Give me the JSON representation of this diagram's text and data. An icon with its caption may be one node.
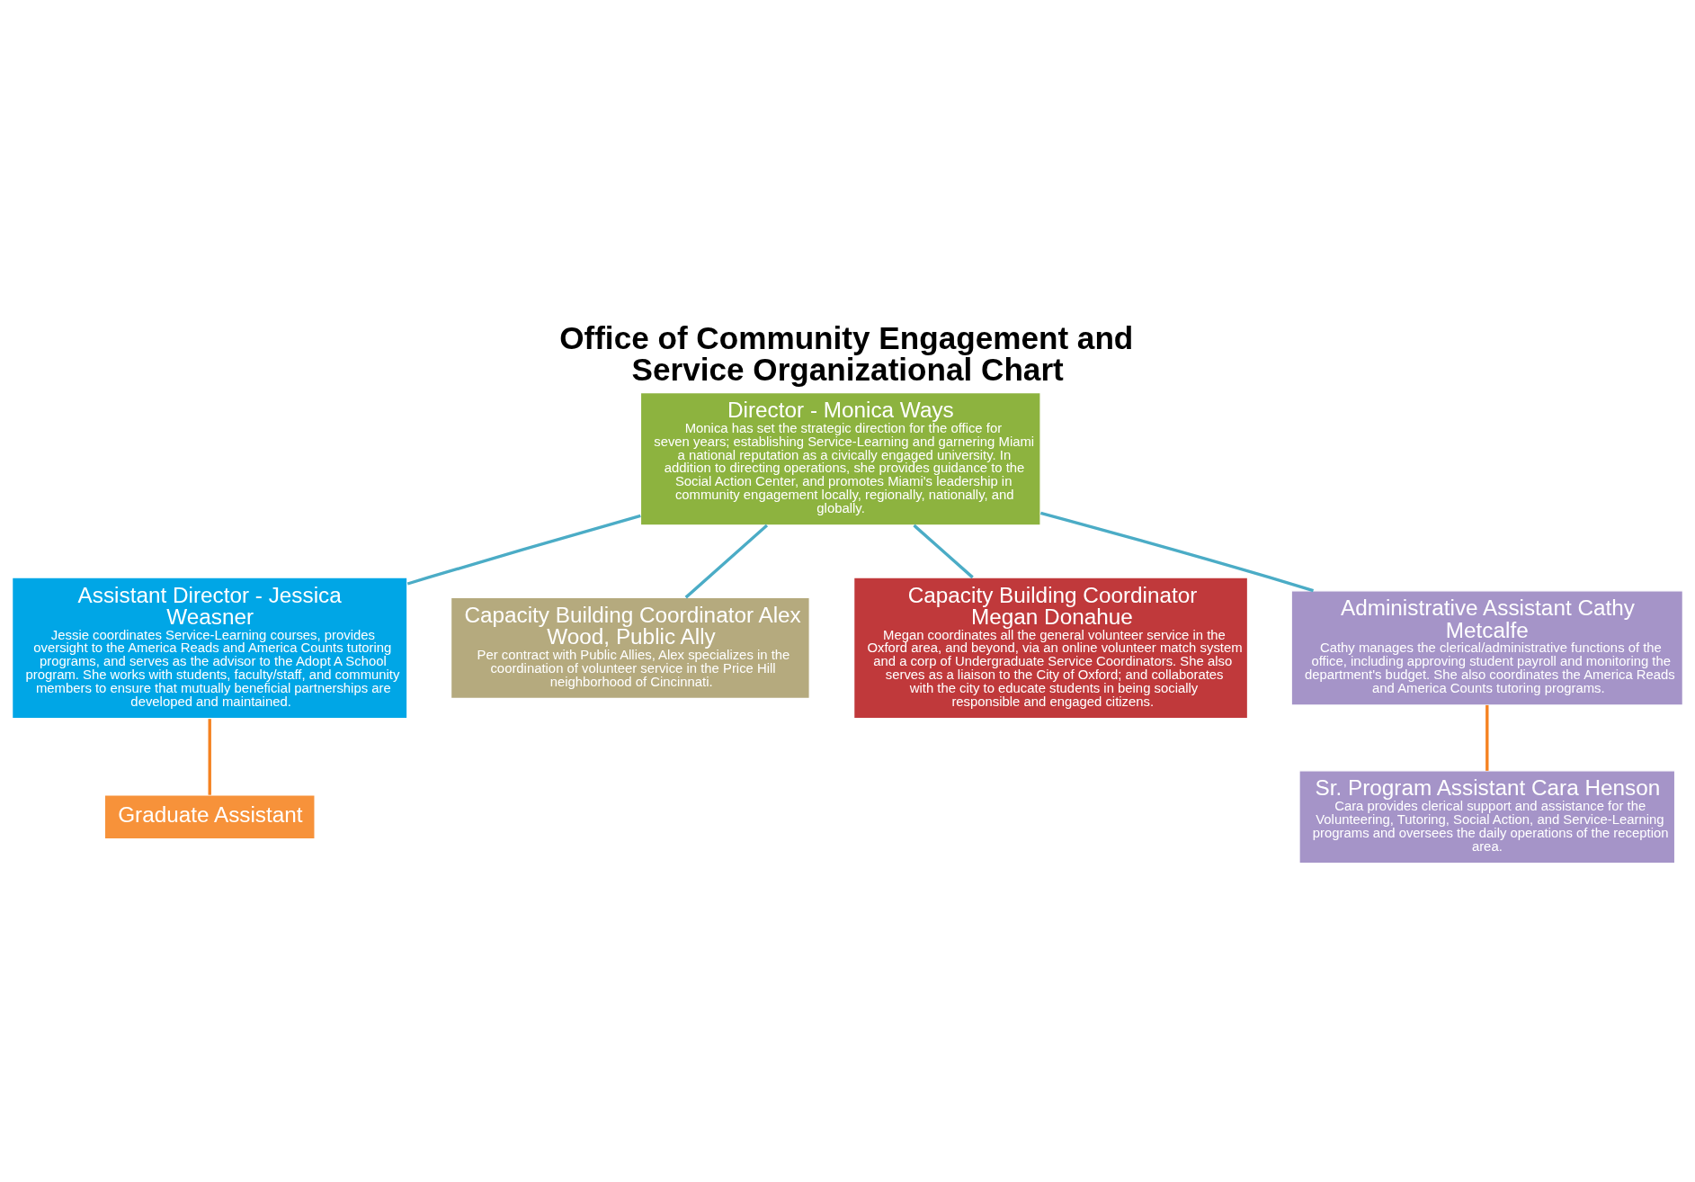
{
  "diagram": {
    "title": "Office of Community Engagement and Service Organizational Chart",
    "nodes": [
      {
        "text": [
          "Director - Monica Ways",
          "Monica has set the strategic direction for the office for seven years; establishing Service-Learning and garnering Miami a national reputation as a civically engaged university. In addition to directing operations, she provides guidance to the Social Action Center, and promotes Miami's leadership in community engagement locally, regionally, nationally, and globally."
        ]
      },
      {
        "text": [
          "Assistant Director - Jessica Weasner",
          "Jessie coordinates Service-Learning courses, provides oversight to the America Reads and America Counts tutoring programs, and serves as the advisor to the Adopt A School program. She works with students, faculty/staff, and community members to ensure that mutually beneficial partnerships are developed and maintained."
        ]
      },
      {
        "text": [
          "Graduate Assistant"
        ]
      },
      {
        "text": [
          "Capacity Building Coordinator Alex Wood, Public Ally",
          "Per contract with Public Allies, Alex specializes in the coordination of volunteer service in the Price Hill neighborhood of Cincinnati."
        ]
      },
      {
        "text": [
          "Capacity Building Coordinator Megan Donahue",
          "Megan coordinates all the general volunteer service in the Oxford area, and beyond, via an online volunteer match system and a corp of Undergraduate Service Coordinators. She also serves as a liaison to the City of Oxford; and collaborates with the city to educate students in being socially responsible and engaged citizens."
        ]
      },
      {
        "text": [
          "Administrative Assistant Cathy Metcalfe",
          "Cathy manages the clerical/administrative functions of the office, including approving student payroll and monitoring the department's budget. She also coordinates the America Reads and America Counts tutoring programs."
        ]
      },
      {
        "text": [
          "Sr. Program Assistant Cara Henson",
          "Cara provides clerical support and assistance for the Volunteering, Tutoring, Social Action, and Service-Learning programs and oversees the daily operations of the reception area."
        ]
      }
    ],
    "edges": [
      {
        "from": 0,
        "to": 1,
        "arrow": "none"
      },
      {
        "from": 1,
        "to": 2,
        "arrow": "none",
        "color": "#f58220"
      },
      {
        "from": 0,
        "to": 3,
        "arrow": "none"
      },
      {
        "from": 0,
        "to": 4,
        "arrow": "none"
      },
      {
        "from": 0,
        "to": 5,
        "arrow": "none"
      },
      {
        "from": 5,
        "to": 6,
        "arrow": "none",
        "color": "#f58220"
      }
    ]
  }
}
